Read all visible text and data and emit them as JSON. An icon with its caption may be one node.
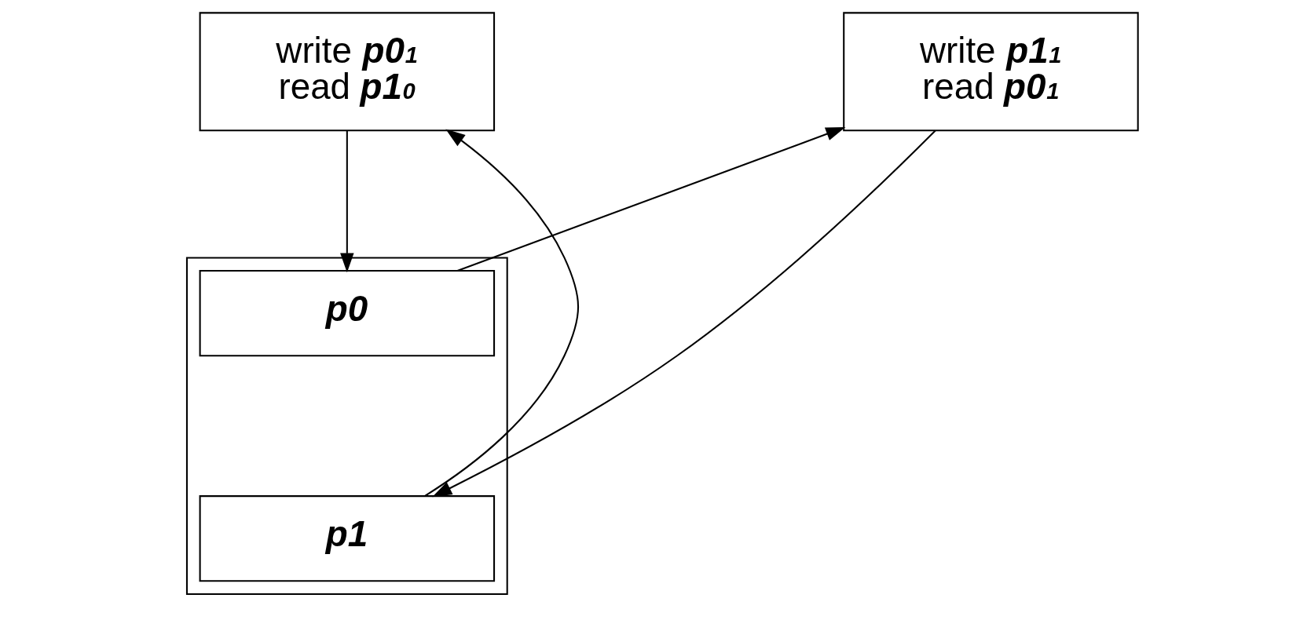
{
  "diagram": {
    "nodes": [
      {
        "text": [
          "write **p0**$_{1}$",
          "read **p1**$_{0}$"
        ]
      },
      {
        "text": [
          "write **p1**$_{1}$",
          "read **p0**$_{1}$"
        ]
      },
      {
        "text": [],
        "shape": "box"
      },
      {
        "text": [
          "**p0**"
        ],
        "in": 2
      },
      {
        "text": [
          "**p1**"
        ],
        "in": 2
      }
    ],
    "edges": [
      {
        "from": 0,
        "to": 3,
        "arrow": "to"
      },
      {
        "from": 4,
        "to": 0,
        "arrow": "to"
      },
      {
        "from": 3,
        "to": 1,
        "arrow": "to"
      },
      {
        "from": 1,
        "to": 4,
        "arrow": "to"
      }
    ]
  }
}
